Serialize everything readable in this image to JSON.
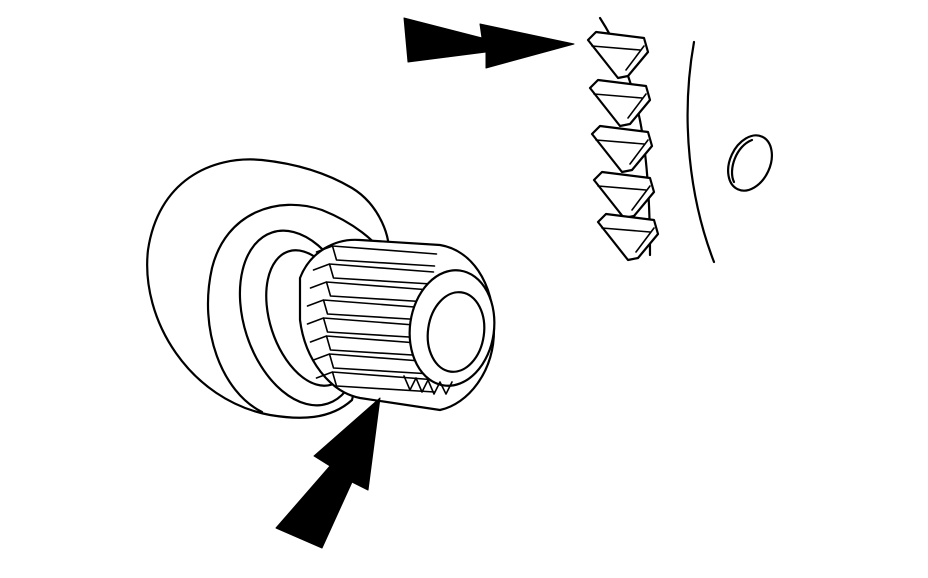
{
  "diagram": {
    "colors": {
      "line": "#000000",
      "background": "#ffffff"
    },
    "parts": [
      "starter-drive-pinion",
      "flywheel-ring-gear"
    ],
    "arrows": 2
  }
}
